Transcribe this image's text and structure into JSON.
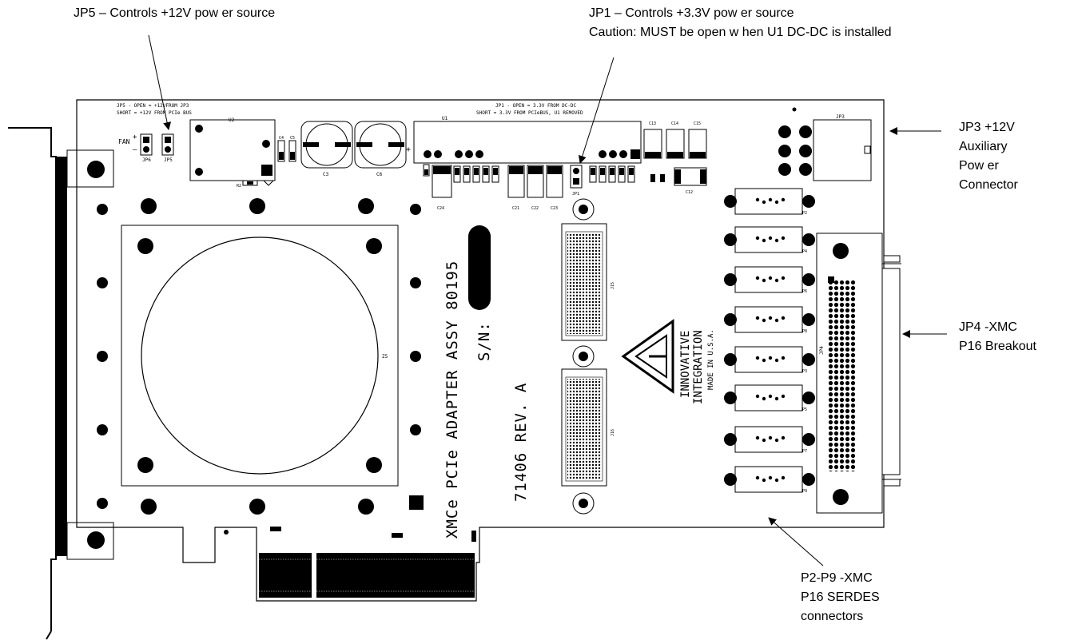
{
  "callouts": {
    "jp5": {
      "line1": "JP5 – Controls +12V pow er source"
    },
    "jp1": {
      "line1": "JP1 – Controls +3.3V pow er source",
      "line2": "Caution: MUST be open w hen U1 DC-DC is installed"
    },
    "jp3": {
      "line1": "JP3 +12V",
      "line2": "Auxiliary",
      "line3": "Pow er",
      "line4": "Connector"
    },
    "jp4": {
      "line1": "JP4 -XMC",
      "line2": "P16 Breakout"
    },
    "p2p9": {
      "line1": "P2-P9 -XMC",
      "line2": "P16 SERDES",
      "line3": "connectors"
    }
  },
  "silkscreen": {
    "jp5_note_1": "JP5 - OPEN = +12VFROM JP3",
    "jp5_note_2": "SHORT = +12V FROM PCIe BUS",
    "jp1_note_1": "JP1 - OPEN = 3.3V FROM DC-DC",
    "jp1_note_2": "SHORT = 3.3V FROM PCIeBUS, U1 REMOVED",
    "fan": "FAN",
    "plus": "+",
    "minus": "–",
    "jp6": "JP6",
    "jp5": "JP5",
    "u2": "U2",
    "u1": "U1",
    "c3": "C3",
    "c6": "C6",
    "c4": "C4",
    "c5": "C5",
    "r2": "R2",
    "jp1": "JP1",
    "jp3": "JP3",
    "jp4": "JP4",
    "j15": "J15",
    "j16": "J16",
    "z5": "Z5",
    "c12": "C12",
    "c24": "C24",
    "c21": "C21",
    "c22": "C22",
    "c23": "C23",
    "c13": "C13",
    "c14": "C14",
    "c15": "C15",
    "assy": "XMCe PCIe ADAPTER ASSY 80195",
    "sn": "S/N:",
    "rev": "71406 REV. A",
    "brand_1": "INNOVATIVE",
    "brand_2": "INTEGRATION",
    "brand_3": "MADE IN U.S.A.",
    "p2": "P2",
    "p4": "P4",
    "p6": "P6",
    "p8": "P8",
    "p3": "P3",
    "p5": "P5",
    "p7": "P7",
    "p9": "P9"
  }
}
